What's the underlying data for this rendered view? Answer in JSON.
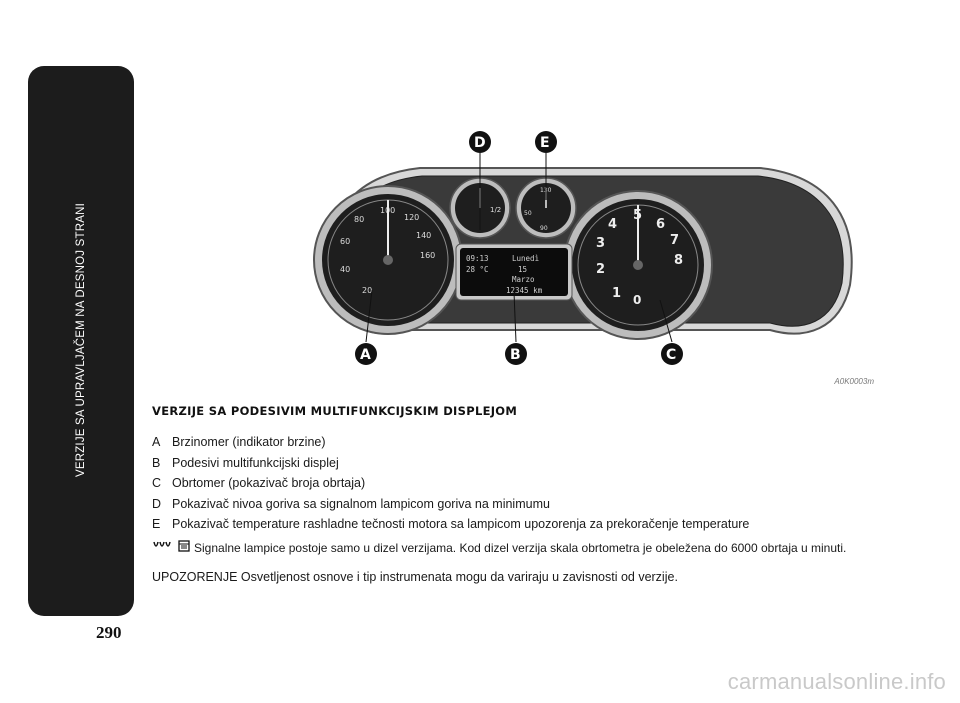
{
  "side_tab": {
    "title": "VERZIJE SA UPRAVLJAČEM NA DESNOJ STRANI"
  },
  "page_number": "290",
  "figure": {
    "code": "A0K0003m",
    "callouts": [
      "A",
      "B",
      "C",
      "D",
      "E"
    ],
    "speedometer_ticks": [
      "20",
      "40",
      "60",
      "80",
      "100",
      "120",
      "140",
      "160"
    ],
    "tachometer_ticks": [
      "0",
      "1",
      "2",
      "3",
      "4",
      "5",
      "6",
      "7",
      "8"
    ],
    "fuel_ticks": [
      "1/2"
    ],
    "temp_ticks": [
      "50",
      "90",
      "130"
    ],
    "display": {
      "time": "09:13",
      "temp": "28 °C",
      "day": "Lunedì",
      "date": "15",
      "month": "Marzo",
      "odometer": "12345 km"
    }
  },
  "section": {
    "heading": "VERZIJE SA PODESIVIM MULTIFUNKCIJSKIM DISPLEJOM",
    "items": [
      {
        "key": "A",
        "text": "Brzinomer (indikator brzine)"
      },
      {
        "key": "B",
        "text": "Podesivi multifunkcijski displej"
      },
      {
        "key": "C",
        "text": "Obrtomer (pokazivač broja obrtaja)"
      },
      {
        "key": "D",
        "text": "Pokazivač nivoa goriva sa signalnom lampicom goriva na minimumu"
      },
      {
        "key": "E",
        "text": "Pokazivač temperature rashladne tečnosti motora sa lampicom upozorenja za prekoračenje temperature"
      }
    ],
    "note_icons": [
      "glow-plug-icon",
      "dpf-icon"
    ],
    "note": "Signalne lampice postoje samo u dizel verzijama. Kod dizel verzija skala obrtometra je obeležena do 6000 obrtaja u minuti.",
    "warning": "UPOZORENJE Osvetljenost osnove i tip instrumenata mogu da variraju u zavisnosti od verzije."
  },
  "watermark": "carmanualsonline.info"
}
